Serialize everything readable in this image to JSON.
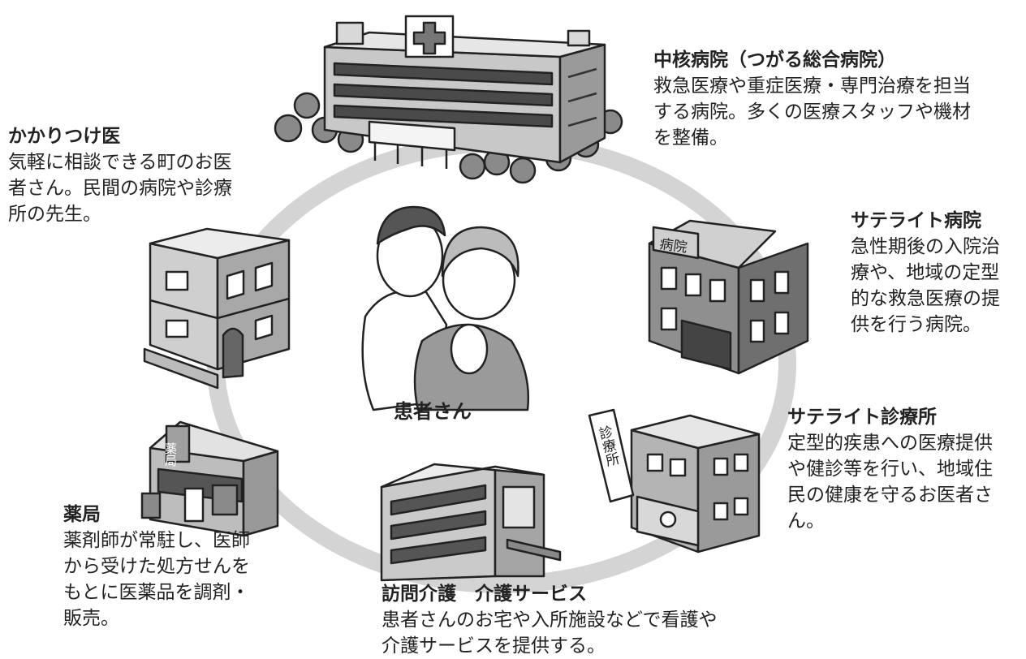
{
  "center": {
    "label": "患者さん"
  },
  "facilities": {
    "core_hospital": {
      "title": "中核病院（つがる総合病院）",
      "description": "救急医療や重症医療・専門治療を担当\nする病院。多くの医療スタッフや機材\nを整備。"
    },
    "family_doctor": {
      "title": "かかりつけ医",
      "description": "気軽に相談できる町のお医\n者さん。民間の病院や診療\n所の先生。"
    },
    "satellite_hospital": {
      "title": "サテライト病院",
      "description": "急性期後の入院治\n療や、地域の定型\n的な救急医療の提\n供を行う病院。"
    },
    "satellite_clinic": {
      "title": "サテライト診療所",
      "description": "定型的疾患への医療提供\nや健診等を行い、地域住\n民の健康を守るお医者さ\nん。"
    },
    "pharmacy": {
      "title": "薬局",
      "description": "薬剤師が常駐し、医師\nから受けた処方せんを\nもとに医薬品を調剤・\n販売。"
    },
    "home_care": {
      "title": "訪問介護　介護サービス",
      "description": "患者さんのお宅や入所施設などで看護や\n介護サービスを提供する。"
    }
  },
  "signs": {
    "satellite_hospital_sign": "病院",
    "clinic_sign": "診療所",
    "pharmacy_sign": "薬局"
  }
}
